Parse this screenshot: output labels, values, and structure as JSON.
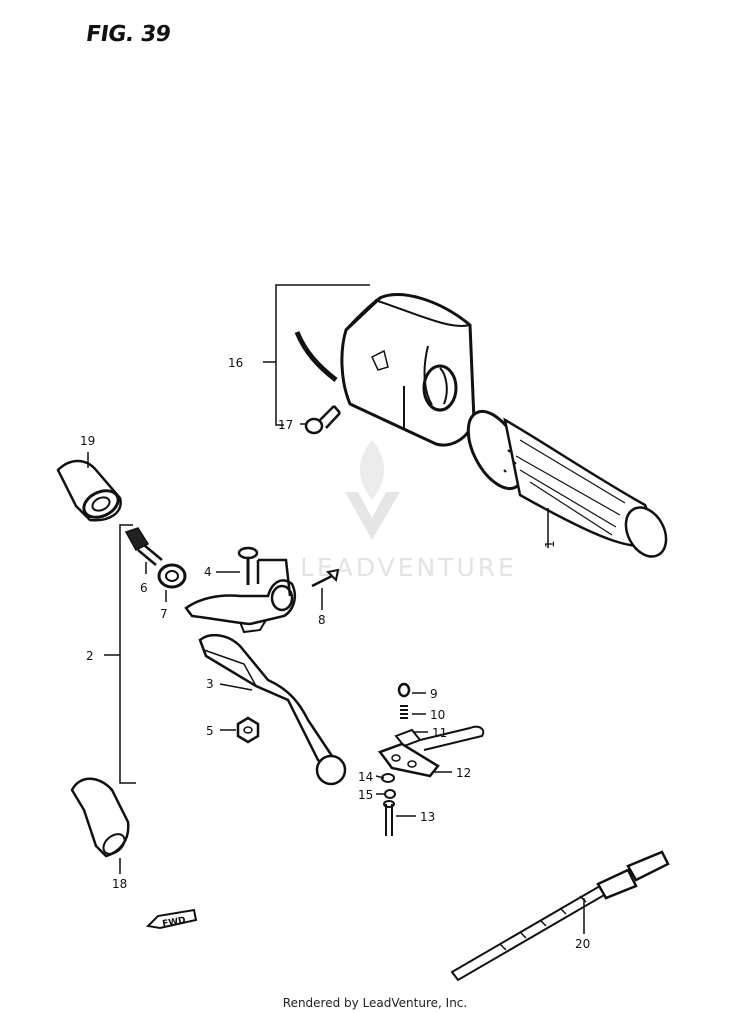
{
  "figure": {
    "title": "FIG. 39"
  },
  "watermark": {
    "text": "LEADVENTURE",
    "logo": "leadventure-flame-v-logo"
  },
  "footer": {
    "text": "Rendered by LeadVenture, Inc."
  },
  "callouts": [
    {
      "id": "1",
      "label": "1"
    },
    {
      "id": "2",
      "label": "2"
    },
    {
      "id": "3",
      "label": "3"
    },
    {
      "id": "4",
      "label": "4"
    },
    {
      "id": "5",
      "label": "5"
    },
    {
      "id": "6",
      "label": "6"
    },
    {
      "id": "7",
      "label": "7"
    },
    {
      "id": "8",
      "label": "8"
    },
    {
      "id": "9",
      "label": "9"
    },
    {
      "id": "10",
      "label": "10"
    },
    {
      "id": "11",
      "label": "11"
    },
    {
      "id": "12",
      "label": "12"
    },
    {
      "id": "13",
      "label": "13"
    },
    {
      "id": "14",
      "label": "14"
    },
    {
      "id": "15",
      "label": "15"
    },
    {
      "id": "16",
      "label": "16"
    },
    {
      "id": "17",
      "label": "17"
    },
    {
      "id": "18",
      "label": "18"
    },
    {
      "id": "19",
      "label": "19"
    },
    {
      "id": "20",
      "label": "20"
    }
  ],
  "direction_tag": {
    "text": "FWD",
    "icon": "fwd-arrow-icon"
  }
}
